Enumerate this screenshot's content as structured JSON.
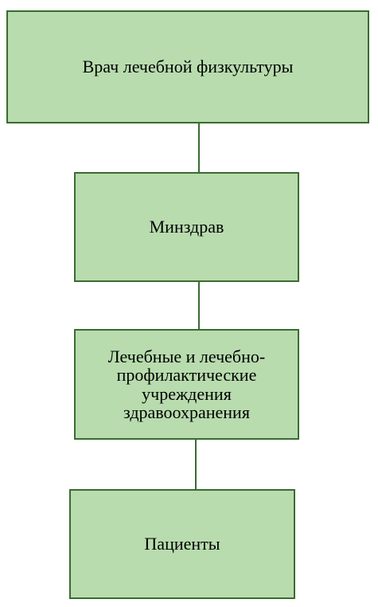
{
  "diagram": {
    "nodes": [
      {
        "label": "Врач лечебной физкультуры"
      },
      {
        "label": "Минздрав"
      },
      {
        "label": "Лечебные и лечебно-\nпрофилактические\nучреждения\nздравоохранения"
      },
      {
        "label": "Пациенты"
      }
    ],
    "colors": {
      "box_fill": "#b8dcae",
      "box_border": "#3a6b31",
      "connector": "#3a6b31"
    }
  }
}
